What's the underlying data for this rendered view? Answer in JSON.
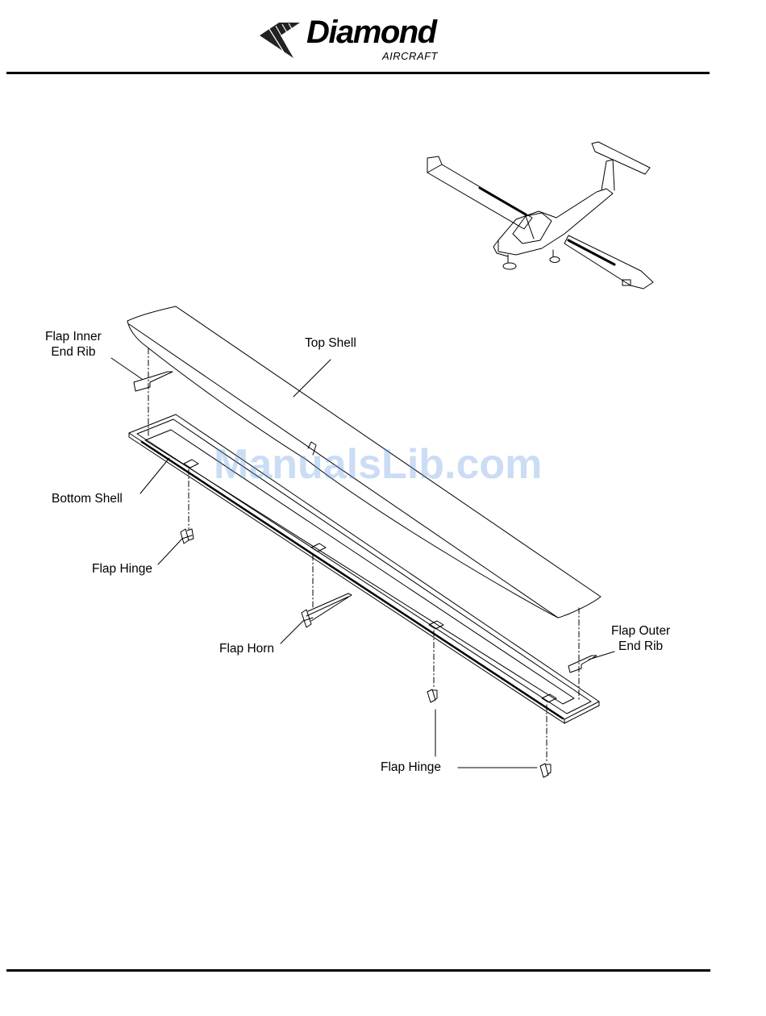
{
  "header": {
    "brand": "Diamond",
    "brand_sub": "AIRCRAFT"
  },
  "diagram": {
    "labels": {
      "flap_inner_end_rib": "Flap Inner\nEnd Rib",
      "top_shell": "Top Shell",
      "bottom_shell": "Bottom Shell",
      "flap_hinge_1": "Flap Hinge",
      "flap_horn": "Flap Horn",
      "flap_outer_end_rib": "Flap Outer\nEnd Rib",
      "flap_hinge_2": "Flap Hinge"
    },
    "watermark": "ManualsLib.com"
  }
}
